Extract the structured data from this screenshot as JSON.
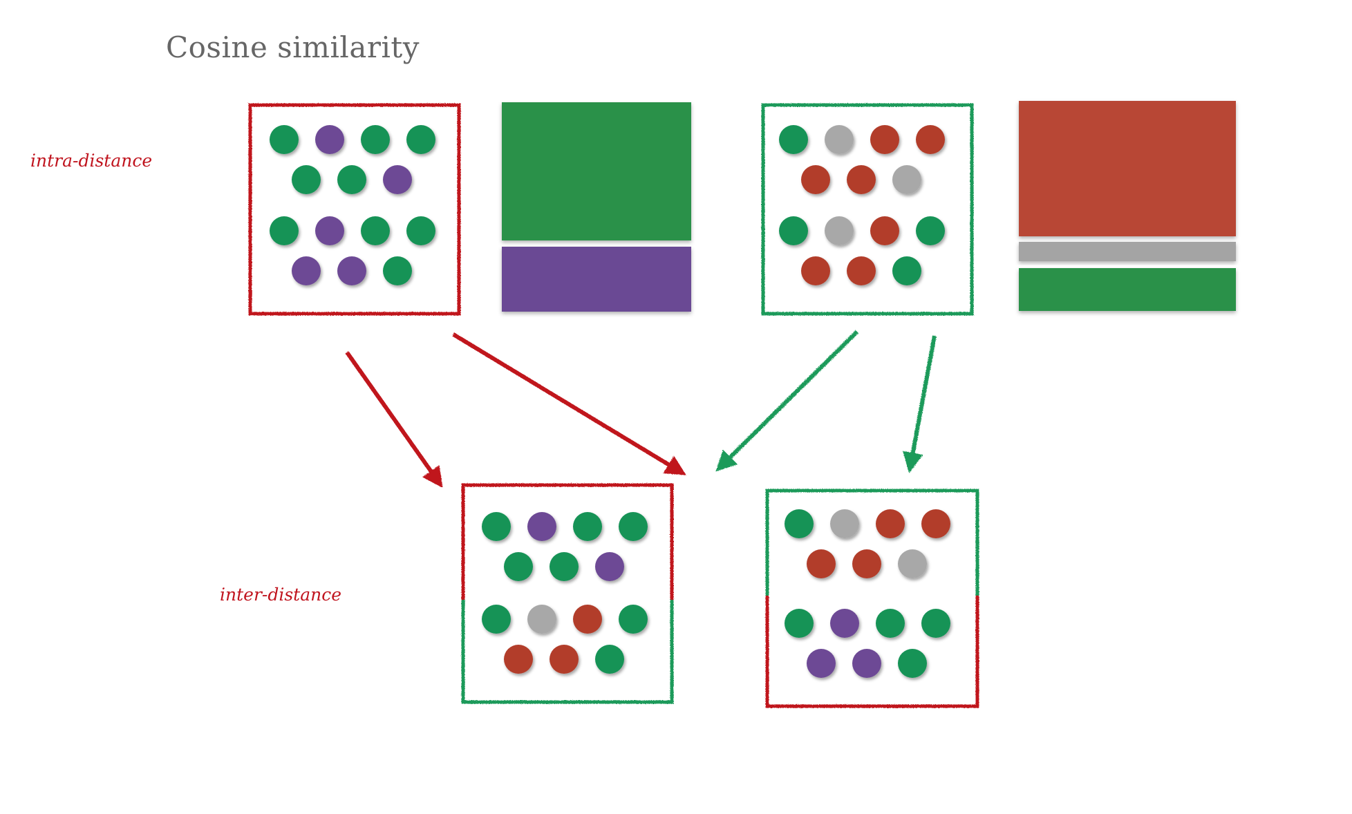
{
  "title": "Cosine similarity",
  "labels": {
    "intra": "intra-distance",
    "inter": "inter-distance"
  },
  "colors": {
    "green": "#149357",
    "purple": "#6d4a95",
    "brick": "#b23d2c",
    "gray": "#a8a8a8",
    "red_frame": "#c0141e",
    "green_frame": "#1a9a5a",
    "swatch_green": "#2a9148",
    "swatch_purple": "#6b4a94",
    "swatch_red": "#b84634",
    "swatch_gray": "#a4a4a4"
  },
  "groups": {
    "top_left": {
      "upper": [
        "green",
        "purple",
        "green",
        "green",
        "green",
        "green",
        "purple"
      ],
      "lower": [
        "green",
        "purple",
        "green",
        "green",
        "purple",
        "purple",
        "green"
      ]
    },
    "top_right": {
      "upper": [
        "green",
        "gray",
        "brick",
        "brick",
        "brick",
        "brick",
        "gray"
      ],
      "lower": [
        "green",
        "gray",
        "brick",
        "green",
        "brick",
        "brick",
        "green"
      ]
    },
    "bottom_left": {
      "upper": [
        "green",
        "purple",
        "green",
        "green",
        "green",
        "green",
        "purple"
      ],
      "lower": [
        "green",
        "gray",
        "brick",
        "green",
        "brick",
        "brick",
        "green"
      ]
    },
    "bottom_right": {
      "upper": [
        "green",
        "gray",
        "brick",
        "brick",
        "brick",
        "brick",
        "gray"
      ],
      "lower": [
        "green",
        "purple",
        "green",
        "green",
        "purple",
        "purple",
        "green"
      ]
    }
  },
  "swatches": {
    "left": [
      "swatch_green",
      "swatch_purple"
    ],
    "right": [
      "swatch_red",
      "swatch_gray",
      "swatch_green"
    ]
  }
}
